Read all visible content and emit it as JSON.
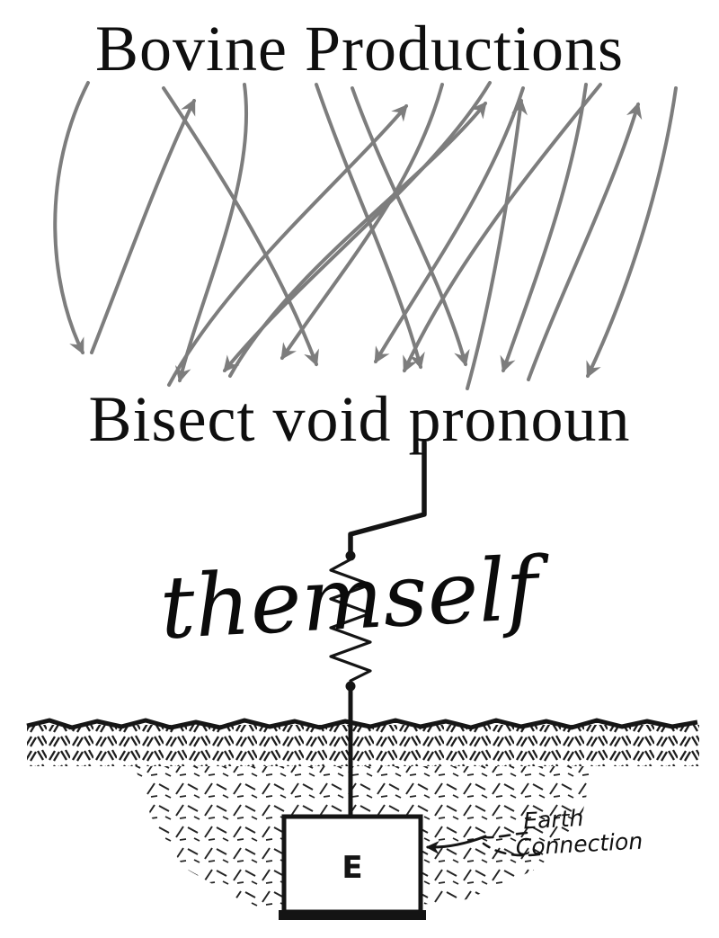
{
  "titles": {
    "top": "Bovine Productions",
    "middle": "Bisect void pronoun"
  },
  "labels": {
    "script": "themself",
    "box": "E",
    "earth_line1": "Earth",
    "earth_line2": "Connection"
  },
  "colors": {
    "arrow": "#7d7d7d",
    "ink": "#141414",
    "background": "#ffffff"
  }
}
